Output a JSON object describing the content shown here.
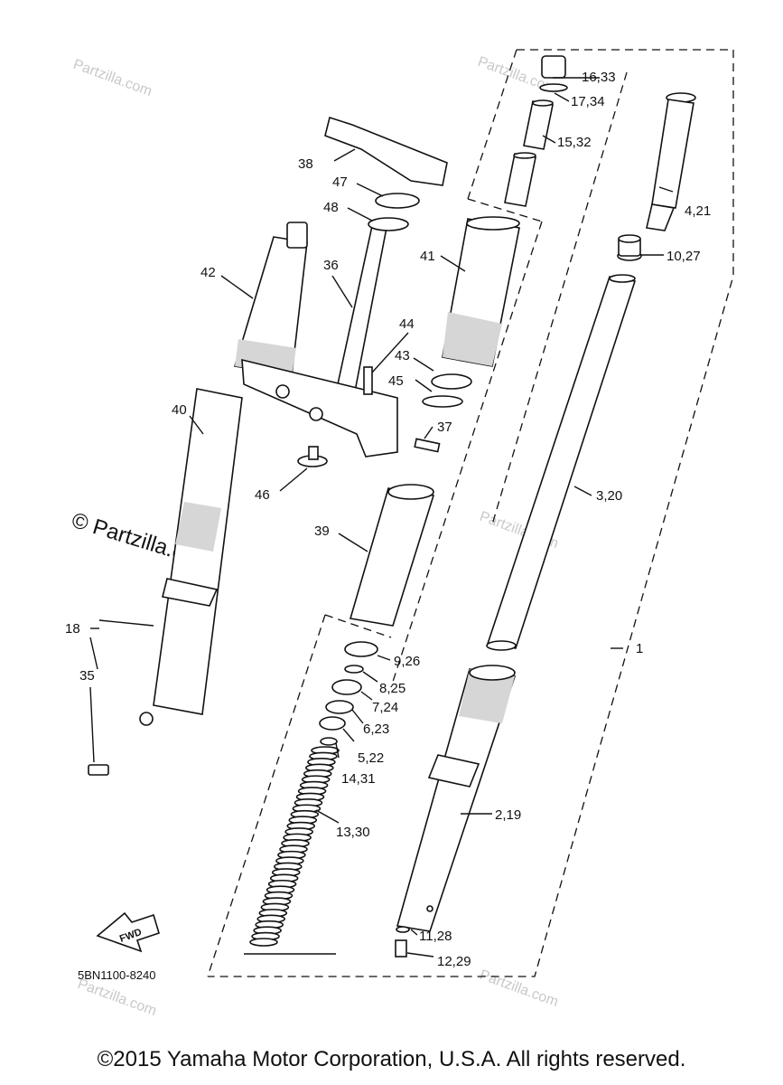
{
  "diagram_code": "5BN1100-8240",
  "fwd_label": "FWD",
  "watermark": "Partzilla.com",
  "watermark_large": "© Partzilla.com",
  "copyright": "©2015 Yamaha Motor Corporation, U.S.A. All rights reserved.",
  "callouts": [
    {
      "id": "c1",
      "label": "1"
    },
    {
      "id": "c3",
      "label": "3,20"
    },
    {
      "id": "c4",
      "label": "4,21"
    },
    {
      "id": "c10",
      "label": "10,27"
    },
    {
      "id": "c16",
      "label": "16,33"
    },
    {
      "id": "c17",
      "label": "17,34"
    },
    {
      "id": "c15",
      "label": "15,32"
    },
    {
      "id": "c38",
      "label": "38"
    },
    {
      "id": "c47",
      "label": "47"
    },
    {
      "id": "c48",
      "label": "48"
    },
    {
      "id": "c42",
      "label": "42"
    },
    {
      "id": "c36",
      "label": "36"
    },
    {
      "id": "c41",
      "label": "41"
    },
    {
      "id": "c44",
      "label": "44"
    },
    {
      "id": "c43",
      "label": "43"
    },
    {
      "id": "c45",
      "label": "45"
    },
    {
      "id": "c40",
      "label": "40"
    },
    {
      "id": "c37",
      "label": "37"
    },
    {
      "id": "c46",
      "label": "46"
    },
    {
      "id": "c39",
      "label": "39"
    },
    {
      "id": "c18",
      "label": "18"
    },
    {
      "id": "c35",
      "label": "35"
    },
    {
      "id": "c9",
      "label": "9,26"
    },
    {
      "id": "c8",
      "label": "8,25"
    },
    {
      "id": "c7",
      "label": "7,24"
    },
    {
      "id": "c6",
      "label": "6,23"
    },
    {
      "id": "c5",
      "label": "5,22"
    },
    {
      "id": "c14",
      "label": "14,31"
    },
    {
      "id": "c13",
      "label": "13,30"
    },
    {
      "id": "c2",
      "label": "2,19"
    },
    {
      "id": "c11",
      "label": "11,28"
    },
    {
      "id": "c12",
      "label": "12,29"
    }
  ]
}
